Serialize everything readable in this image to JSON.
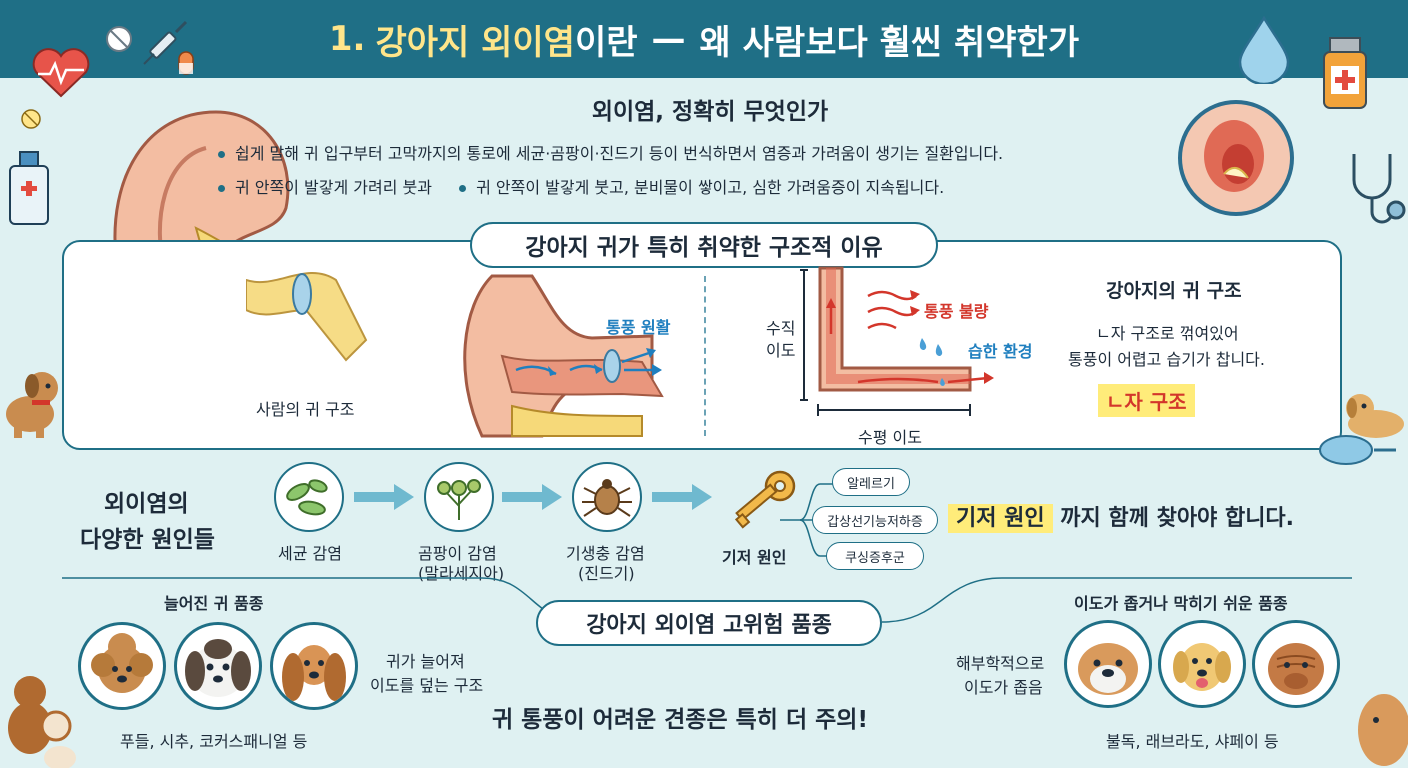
{
  "header": {
    "title_num": "1.",
    "title_hl": "강아지 외이염",
    "title_rest": "이란",
    "title_dash": "—",
    "title_tail": "왜 사람보다 훨씬 취약한가"
  },
  "definition": {
    "heading": "외이염, 정확히 무엇인가",
    "bullet1": "쉽게 말해 귀 입구부터 고막까지의 통로에 세균·곰팡이·진드기 등이 번식하면서 염증과 가려움이 생기는 질환입니다.",
    "bullet2a": "귀 안쪽이 발갛게 가려리 붓과",
    "bullet2b": "귀 안쪽이 발갛게 붓고, 분비물이 쌓이고, 심한 가려움증이 지속됩니다."
  },
  "structure": {
    "heading": "강아지 귀가 특히 취약한 구조적 이유",
    "human_label": "사람의 귀 구조",
    "airflow_label": "통풍 원활",
    "vertical_canal": "수직\n이도",
    "horizontal_canal": "수평 이도",
    "poor_ventilation": "통풍 불량",
    "humid": "습한 환경",
    "dog_title": "강아지의 귀 구조",
    "dog_desc1": "ㄴ자 구조로 꺾여있어",
    "dog_desc2": "통풍이 어렵고 습기가 찹니다.",
    "l_shape": "ㄴ자 구조"
  },
  "causes": {
    "heading1": "외이염의",
    "heading2": "다양한 원인들",
    "items": [
      {
        "label": "세균 감염",
        "sub": ""
      },
      {
        "label": "곰팡이 감염",
        "sub": "(말라세지아)"
      },
      {
        "label": "기생충 감염",
        "sub": "(진드기)"
      }
    ],
    "underlying": "기저 원인",
    "underlying_items": [
      "알레르기",
      "갑상선기능저하증",
      "쿠싱증후군"
    ],
    "callout_hl": "기저 원인",
    "callout_rest": "까지 함께 찾아야 합니다."
  },
  "breeds": {
    "heading": "강아지 외이염 고위험 품종",
    "left_title": "늘어진 귀 품종",
    "left_desc1": "귀가 늘어져",
    "left_desc2": "이도를 덮는 구조",
    "left_names": "푸들, 시추, 코커스패니얼 등",
    "right_title": "이도가 좁거나 막히기 쉬운 품종",
    "right_desc1": "해부학적으로",
    "right_desc2": "이도가 좁음",
    "right_names": "불독, 래브라도, 샤페이 등",
    "warning": "귀 통풍이 어려운 견종은 특히 더 주의!"
  },
  "colors": {
    "primary": "#1f6f86",
    "highlight": "#ffe58a",
    "red": "#d3362b",
    "blue": "#1f7fbf",
    "background": "#dff1f2"
  }
}
